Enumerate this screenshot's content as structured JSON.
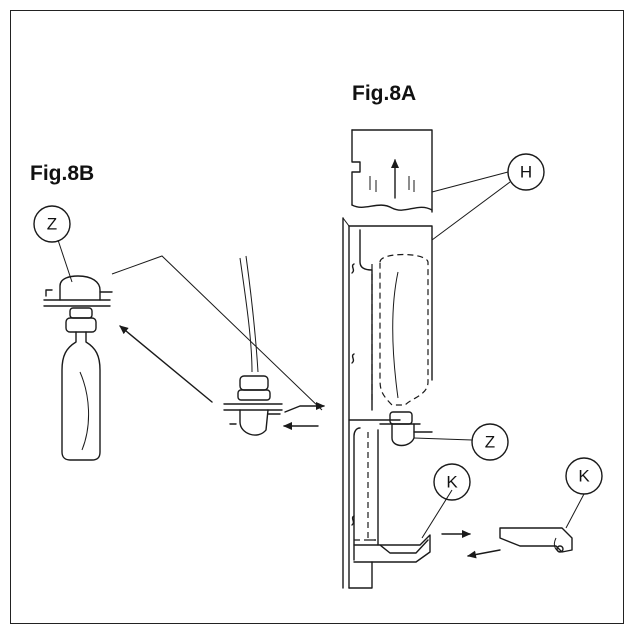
{
  "figures": {
    "fig_a_title": "Fig.8A",
    "fig_b_title": "Fig.8B"
  },
  "callouts": {
    "h": "H",
    "z_a": "Z",
    "z_b": "Z",
    "k_left": "K",
    "k_right": "K"
  },
  "colors": {
    "line": "#1a1a1a",
    "background": "#ffffff"
  }
}
